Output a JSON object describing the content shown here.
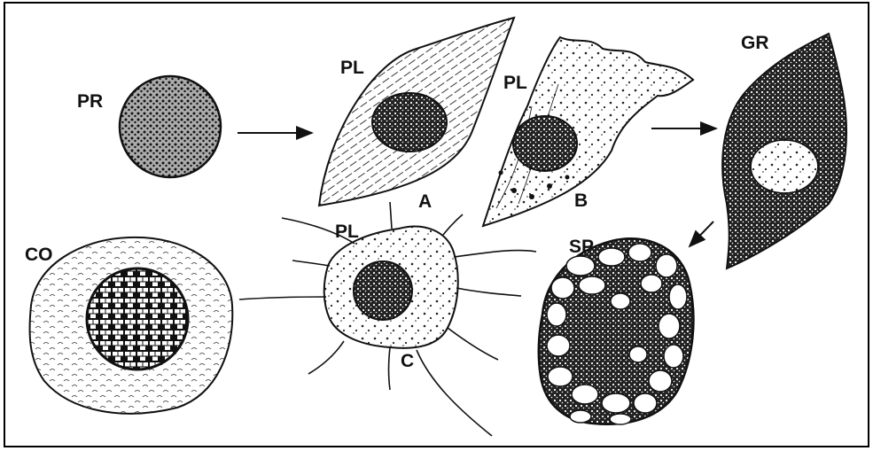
{
  "labels": {
    "pr": "PR",
    "pl_a": "PL",
    "pl_b": "PL",
    "pl_c": "PL",
    "gr": "GR",
    "co": "CO",
    "sp": "SP",
    "a": "A",
    "b": "B",
    "c": "C"
  },
  "colors": {
    "ink": "#111111",
    "paper": "#ffffff"
  }
}
